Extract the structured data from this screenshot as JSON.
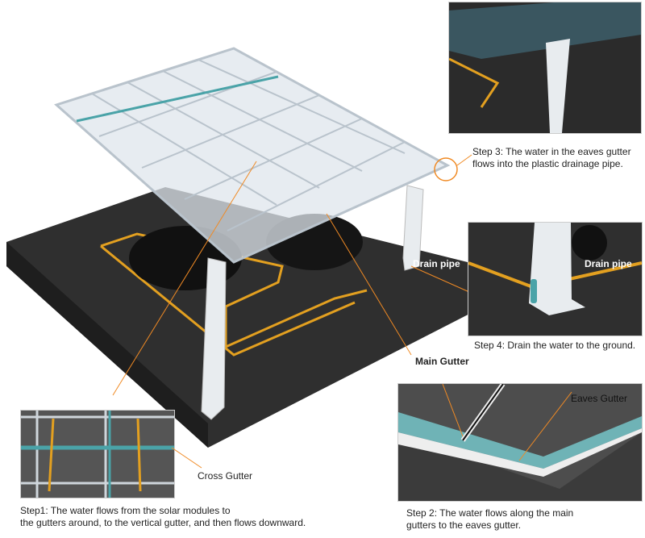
{
  "colors": {
    "ground": "#2e2e2e",
    "line": "#e3a020",
    "accent": "#f08a24",
    "gutter": "#4aa3a8",
    "frame": "#d8dee3"
  },
  "labels": {
    "step1_line1": "Step1: The water flows from the solar modules to",
    "step1_line2": "the gutters around, to the vertical gutter, and then flows downward.",
    "step2_line1": "Step 2: The water flows along the main",
    "step2_line2": "gutters to the eaves gutter.",
    "step3_line1": "Step 3: The water in the eaves gutter",
    "step3_line2": "flows into the plastic drainage pipe.",
    "step4": "Step 4: Drain the water to the ground.",
    "drain_pipe_main": "Drain pipe",
    "drain_pipe_inset": "Drain pipe",
    "main_gutter": "Main Gutter",
    "eaves_gutter": "Eaves Gutter",
    "cross_gutter": "Cross Gutter"
  }
}
